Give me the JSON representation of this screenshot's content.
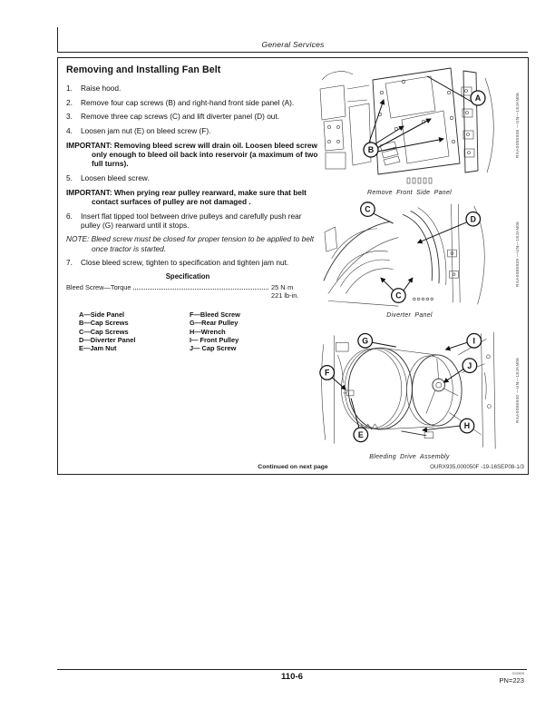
{
  "header": {
    "section_title": "General Services"
  },
  "article": {
    "title": "Removing and Installing Fan Belt",
    "steps": [
      {
        "num": "1.",
        "text": "Raise hood."
      },
      {
        "num": "2.",
        "text": "Remove four cap screws (B) and right-hand front side panel (A)."
      },
      {
        "num": "3.",
        "text": "Remove three cap screws (C) and lift diverter panel (D) out."
      },
      {
        "num": "4.",
        "text": "Loosen jam nut (E) on bleed screw (F)."
      },
      {
        "num": "5.",
        "text": "Loosen bleed screw."
      },
      {
        "num": "6.",
        "text": "Insert flat tipped tool between drive pulleys and carefully push rear pulley (G) rearward until it stops."
      },
      {
        "num": "7.",
        "text": "Close bleed screw, tighten to specification and tighten jam nut."
      }
    ],
    "important_1": "IMPORTANT: Removing bleed screw will drain oil. Loosen bleed screw only enough to bleed oil back into reservoir (a maximum of two full turns).",
    "important_2": "IMPORTANT: When prying rear pulley rearward, make sure that belt contact surfaces of pulley are not damaged .",
    "note": "NOTE: Bleed screw must be closed for proper tension to be applied to belt once tractor is started.",
    "specification": {
      "heading": "Specification",
      "item_label": "Bleed Screw—Torque",
      "value_metric": "25 N·m",
      "value_imperial": "221 lb-in."
    },
    "legend": {
      "left": [
        "A—Side Panel",
        "B—Cap Screws",
        "C—Cap Screws",
        "D—Diverter Panel",
        "E—Jam Nut"
      ],
      "right": [
        "F—Bleed Screw",
        "G—Rear Pulley",
        "H—Wrench",
        "I— Front Pulley",
        "J— Cap Screw"
      ]
    },
    "continued": "Continued on next page",
    "doc_code": "OURX935,000050F -19-16SEP08-1/3"
  },
  "figures": [
    {
      "caption": "Remove Front Side Panel",
      "side_code": "RXA0085938 —UN—18JAN06",
      "callouts": [
        "A",
        "B"
      ]
    },
    {
      "caption": "Diverter Panel",
      "side_code": "RXA0085939 —UN—18JAN06",
      "callouts": [
        "C",
        "D",
        "C"
      ]
    },
    {
      "caption": "Bleeding Drive Assembly",
      "side_code": "RXA0086940 —UN—18JAN06",
      "callouts": [
        "G",
        "I",
        "J",
        "F",
        "E",
        "H"
      ]
    }
  ],
  "footer": {
    "page_number": "110-6",
    "print_code": "010509",
    "pn": "PN=223"
  }
}
